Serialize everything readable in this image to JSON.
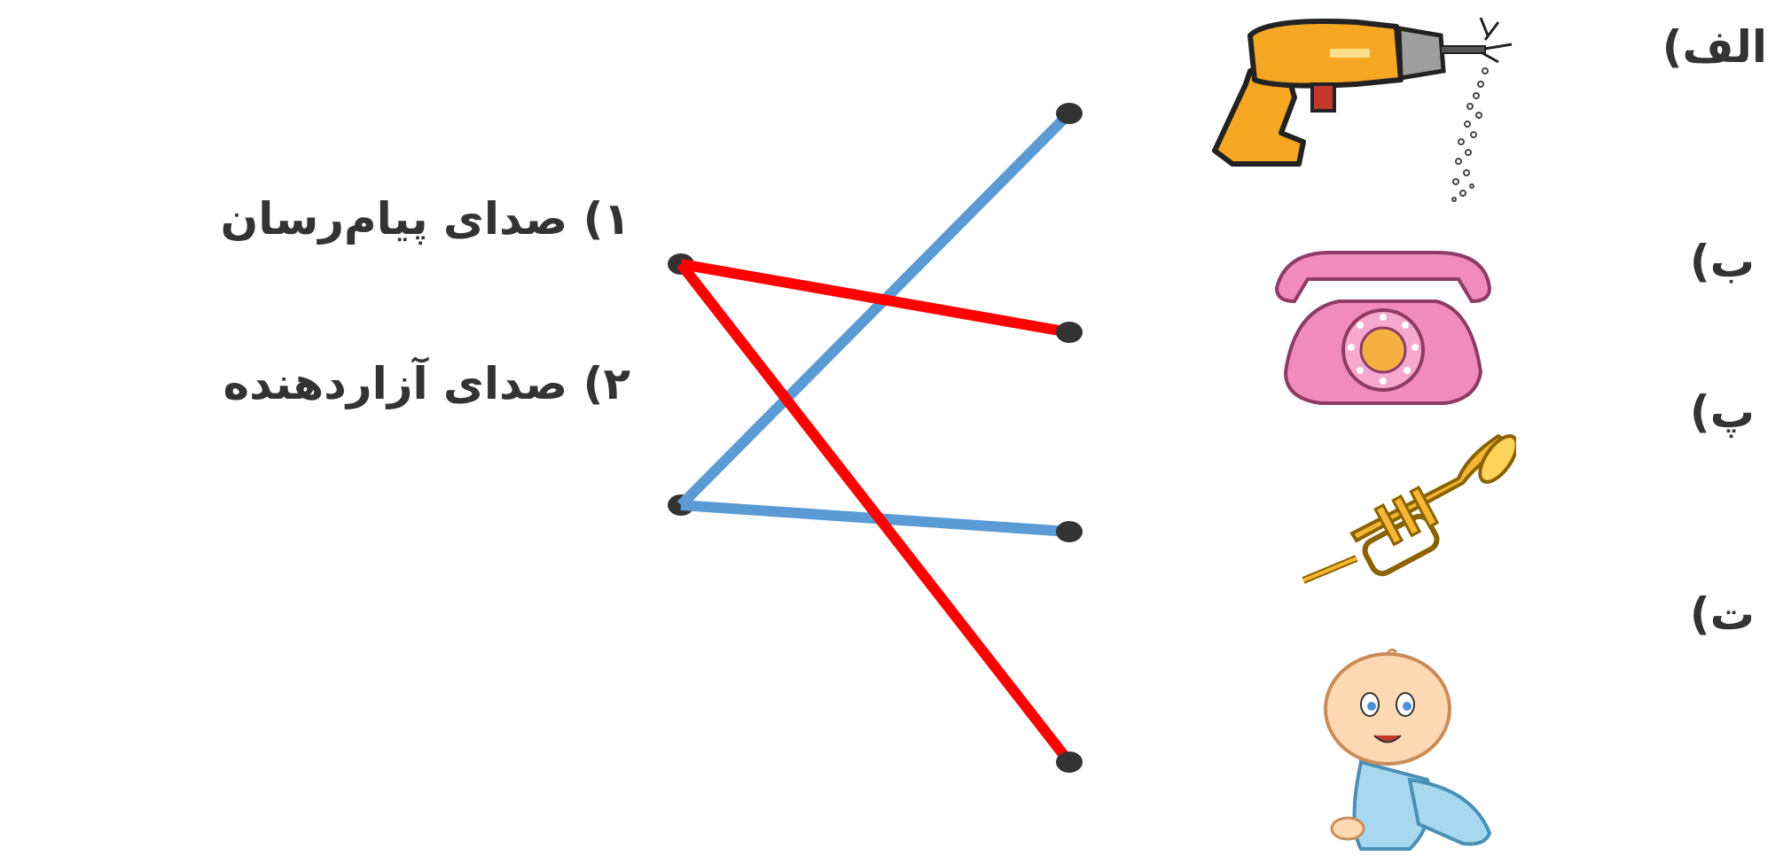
{
  "items": [
    {
      "label": "الف)",
      "icon": "drill-icon"
    },
    {
      "label": "ب)",
      "icon": "telephone-icon"
    },
    {
      "label": "پ)",
      "icon": "trumpet-icon"
    },
    {
      "label": "ت)",
      "icon": "baby-icon"
    }
  ],
  "categories": [
    {
      "label": "۱) صدای پیام‌رسان"
    },
    {
      "label": "۲) صدای آزاردهنده"
    }
  ],
  "connections": [
    {
      "item": 0,
      "category": 1,
      "color": "#5b9bd5"
    },
    {
      "item": 1,
      "category": 0,
      "color": "#ff0000"
    },
    {
      "item": 2,
      "category": 1,
      "color": "#5b9bd5"
    },
    {
      "item": 3,
      "category": 0,
      "color": "#ff0000"
    }
  ],
  "colors": {
    "blue_line": "#5b9bd5",
    "red_line": "#ff0000",
    "dot": "#333333",
    "text": "#333333"
  }
}
